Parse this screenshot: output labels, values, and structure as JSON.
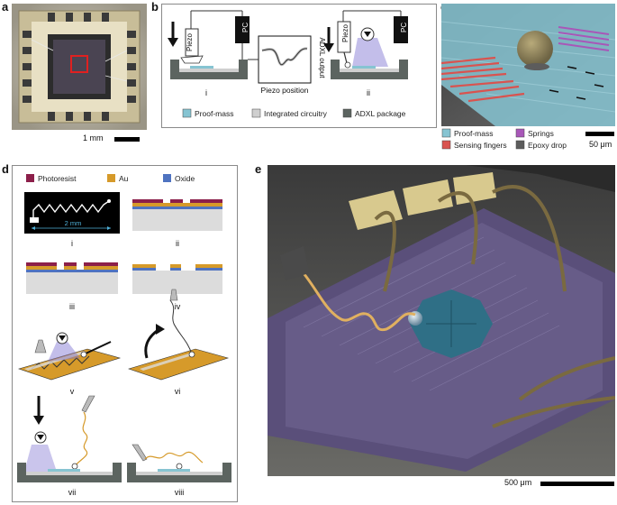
{
  "panels": {
    "a": {
      "label": "a",
      "scale_bar": "1 mm"
    },
    "b": {
      "label": "b",
      "piezo_left": "Piezo",
      "pc_left": "PC",
      "piezo_right": "Piezo",
      "pc_right": "PC",
      "plot_ylabel": "ADXL output",
      "plot_xlabel": "Piezo position",
      "sub_i": "i",
      "sub_ii": "ii",
      "legend": [
        {
          "label": "Proof-mass",
          "color": "#86c4d2"
        },
        {
          "label": "Integrated circuitry",
          "color": "#cfcfcf"
        },
        {
          "label": "ADXL package",
          "color": "#5c6460"
        }
      ]
    },
    "c": {
      "label": "c",
      "scale_bar": "50 μm",
      "legend": [
        {
          "label": "Proof-mass",
          "color": "#86c4d2"
        },
        {
          "label": "Springs",
          "color": "#a857b8"
        },
        {
          "label": "Sensing fingers",
          "color": "#d9534f"
        },
        {
          "label": "Epoxy drop",
          "color": "#5c5c5c"
        }
      ]
    },
    "d": {
      "label": "d",
      "legend": [
        {
          "label": "Photoresist",
          "color": "#8c1f4a"
        },
        {
          "label": "Au",
          "color": "#d69a2a"
        },
        {
          "label": "Oxide",
          "color": "#4f73c0"
        }
      ],
      "dim_label": "2 mm",
      "steps": [
        "i",
        "ii",
        "iii",
        "iv",
        "v",
        "vi",
        "vii",
        "viii"
      ]
    },
    "e": {
      "label": "e",
      "scale_bar": "500 μm"
    }
  },
  "colors": {
    "package": "#5c6460",
    "proof_mass": "#86c4d2",
    "circuitry": "#cfcfcf",
    "photoresist": "#8c1f4a",
    "gold": "#d69a2a",
    "oxide": "#4f73c0",
    "chip_purple": "#5a4f7a",
    "chip_teal": "#2f6f86"
  }
}
